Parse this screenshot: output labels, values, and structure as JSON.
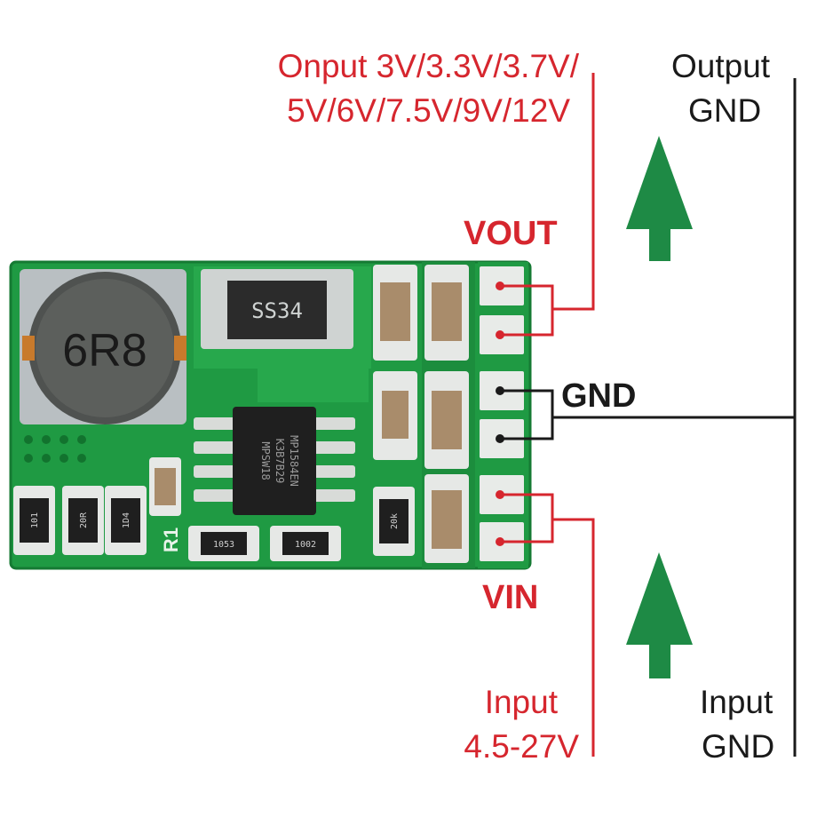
{
  "labels": {
    "output_voltage_line1": "Onput 3V/3.3V/3.7V/",
    "output_voltage_line2": "5V/6V/7.5V/9V/12V",
    "output_gnd_line1": "Output",
    "output_gnd_line2": "GND",
    "vout": "VOUT",
    "gnd": "GND",
    "vin": "VIN",
    "input_line1": "Input",
    "input_line2": "4.5-27V",
    "input_gnd_line1": "Input",
    "input_gnd_line2": "GND"
  },
  "board": {
    "inductor_marking": "6R8",
    "diode_marking": "SS34",
    "ic_marking_line1": "MP1584EN",
    "ic_marking_line2": "K3B7B29",
    "ic_marking_line3": "MPSW18",
    "silkscreen_r1": "R1",
    "resistor_1": "101",
    "resistor_2": "20R",
    "resistor_3": "1D4",
    "resistor_4": "1053",
    "resistor_5": "1002",
    "resistor_6": "20k"
  },
  "colors": {
    "pcb_green": "#1f9a43",
    "wire_red": "#d6262e",
    "wire_black": "#1a1a1a",
    "arrow_green": "#1e8a45"
  }
}
